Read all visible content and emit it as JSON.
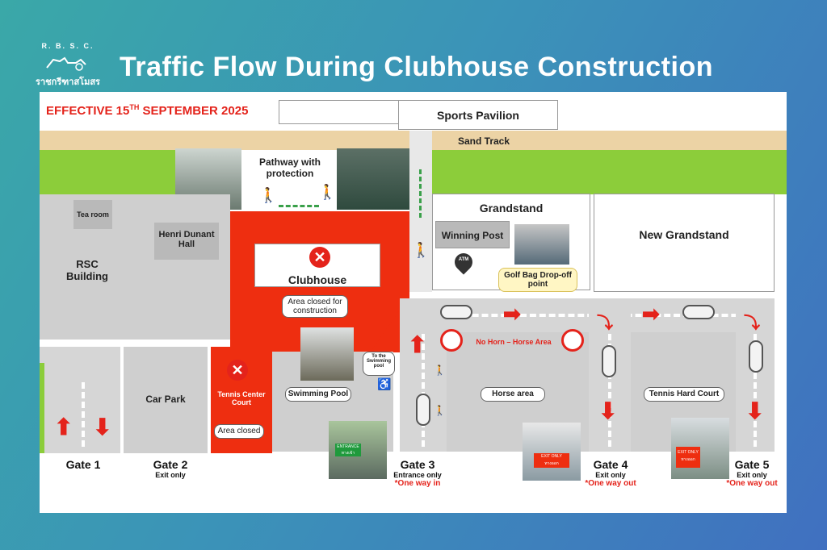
{
  "header": {
    "logo_seal": "R. B. S. C.",
    "logo_thai": "ราชกรีฑาสโมสร",
    "title": "Traffic Flow During Clubhouse Construction"
  },
  "effective": {
    "pre": "EFFECTIVE 15",
    "sup": "TH",
    "post": " SEPTEMBER 2025"
  },
  "areas": {
    "sports_pavilion": "Sports Pavilion",
    "sand_track": "Sand Track",
    "pathway": "Pathway with protection",
    "tea_room": "Tea room",
    "rsc_building": "RSC Building",
    "henri_dunant": "Henri Dunant Hall",
    "clubhouse": "Clubhouse",
    "clubhouse_note": "Area closed for construction",
    "grandstand": "Grandstand",
    "winning_post": "Winning Post",
    "atm": "ATM",
    "golf_bag": "Golf Bag Drop-off point",
    "new_grandstand": "New Grandstand",
    "no_horn": "No Horn – Horse Area",
    "horse_area": "Horse area",
    "tennis_hard": "Tennis Hard Court",
    "swimming_pool": "Swimming Pool",
    "to_pool": "To the Swimming pool",
    "car_park": "Car Park",
    "tennis_center": "Tennis Center Court",
    "tennis_closed": "Area closed"
  },
  "signs": {
    "entrance": "ENTRANCE ทางเข้า",
    "exit_only_4": "EXIT ONLY ทางออก",
    "exit_only_5": "EXIT ONLY ทางออก"
  },
  "gates": [
    {
      "name": "Gate 1",
      "sub": "",
      "note": ""
    },
    {
      "name": "Gate 2",
      "sub": "Exit only",
      "note": ""
    },
    {
      "name": "Gate 3",
      "sub": "Entrance only",
      "note": "*One way in"
    },
    {
      "name": "Gate 4",
      "sub": "Exit only",
      "note": "*One way out"
    },
    {
      "name": "Gate 5",
      "sub": "Exit only",
      "note": "*One way out"
    }
  ],
  "colors": {
    "closed": "#ee2e10",
    "grass": "#8ccd3a",
    "sand": "#ecd3a5",
    "arrow": "#e4231b"
  }
}
